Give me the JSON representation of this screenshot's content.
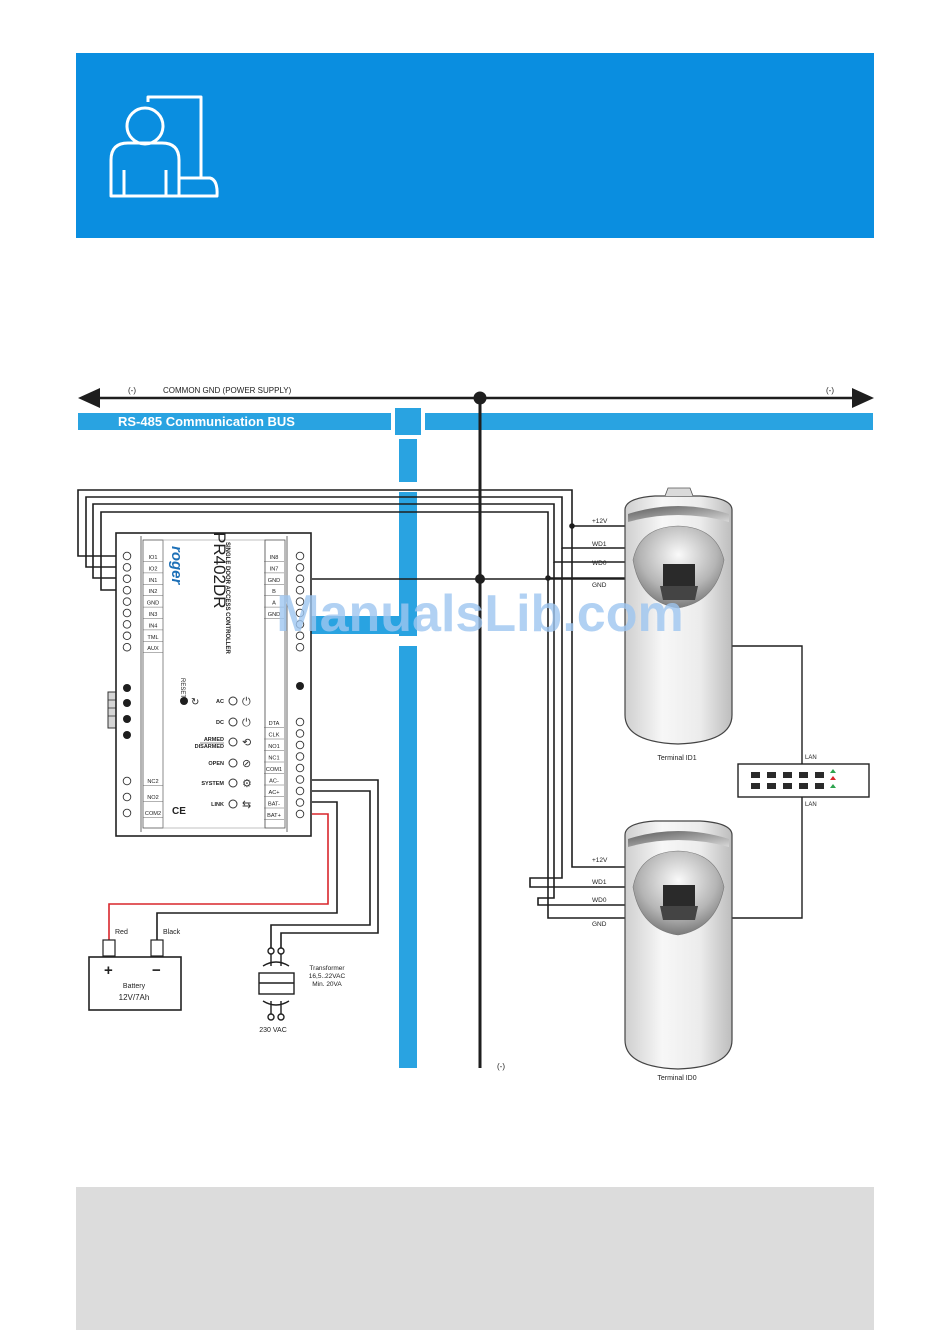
{
  "colors": {
    "header_band": "#0a8ee0",
    "bus_blue": "#29a3e1",
    "footer_band": "#dcdcdc",
    "red_wire": "#d9262c",
    "watermark": "#9ec6f0"
  },
  "header": {
    "icon": "user-door-icon"
  },
  "bus": {
    "gnd_left": "(-)",
    "gnd_label": "COMMON GND (POWER SUPPLY)",
    "gnd_right": "(-)",
    "rs485_label": "RS-485 Communication BUS",
    "gnd_bottom": "(-)"
  },
  "controller": {
    "brand": "roger",
    "model": "PR402DR",
    "subtitle": "SINGLE DOOR ACCESS CONTROLLER",
    "reset": "RESET",
    "left_terminals": [
      "IO1",
      "IO2",
      "IN1",
      "IN2",
      "GND",
      "IN3",
      "IN4",
      "TML",
      "AUX"
    ],
    "right_terminals_top": [
      "IN8",
      "IN7",
      "GND",
      "B",
      "A",
      "GND"
    ],
    "right_terminals_bottom": [
      "DTA",
      "CLK",
      "NO1",
      "NC1",
      "COM1",
      "AC-",
      "AC+",
      "BAT-",
      "BAT+"
    ],
    "relay_terminals": [
      "NC2",
      "NO2",
      "COM2"
    ],
    "leds": [
      "AC",
      "DC",
      "ARMED",
      "DISARMED",
      "OPEN",
      "SYSTEM",
      "LINK"
    ],
    "ce_mark": "CE"
  },
  "terminal1": {
    "caption": "Terminal ID1",
    "wires": [
      "+12V",
      "WD1",
      "WD0",
      "GND"
    ]
  },
  "terminal0": {
    "caption": "Terminal ID0",
    "wires": [
      "+12V",
      "WD1",
      "WD0",
      "GND"
    ]
  },
  "lan": {
    "top": "LAN",
    "bottom": "LAN"
  },
  "battery": {
    "red": "Red",
    "black": "Black",
    "plus": "+",
    "minus": "−",
    "name": "Battery",
    "spec": "12V/7Ah"
  },
  "transformer": {
    "name": "Transformer",
    "spec1": "16,5..22VAC",
    "spec2": "Min. 20VA",
    "mains": "230 VAC"
  },
  "watermark": "ManualsLib.com"
}
